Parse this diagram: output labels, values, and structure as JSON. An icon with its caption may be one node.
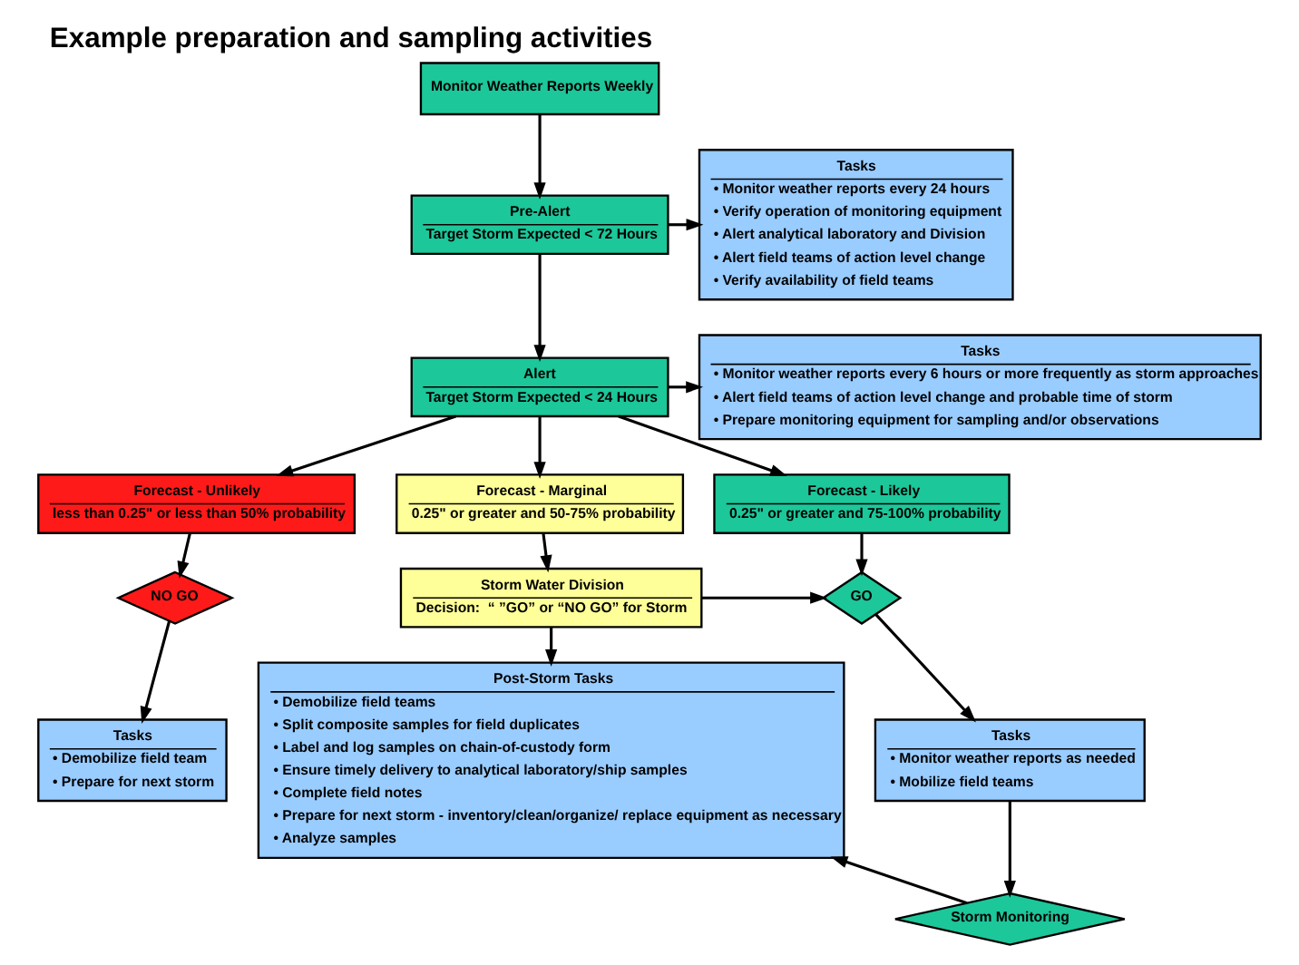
{
  "diagram": {
    "title": "Example preparation and sampling activities",
    "nodes": [
      {
        "text": [
          "Monitor Weather Reports Weekly"
        ]
      },
      {
        "text": [
          "Pre-Alert",
          "Target Storm Expected < 72 Hours"
        ]
      },
      {
        "text": [
          "Tasks",
          "• Monitor weather reports every 24 hours",
          "• Verify operation of monitoring equipment",
          "• Alert analytical laboratory and Division",
          "• Alert field teams of action level change",
          "• Verify availability of field teams"
        ]
      },
      {
        "text": [
          "Alert",
          "Target Storm Expected < 24 Hours"
        ]
      },
      {
        "text": [
          "Tasks",
          "• Monitor weather reports every 6 hours or more frequently as storm approaches",
          "• Alert field teams of action level change and probable time of storm",
          "• Prepare monitoring equipment for sampling and/or observations"
        ]
      },
      {
        "text": [
          "Forecast - Unlikely",
          "less than 0.25\" or less than 50% probability"
        ]
      },
      {
        "text": [
          "Forecast - Marginal",
          "0.25\" or greater and 50-75% probability"
        ]
      },
      {
        "text": [
          "Forecast - Likely",
          "0.25\" or greater and 75-100% probability"
        ]
      },
      {
        "text": [
          "NO GO"
        ]
      },
      {
        "text": [
          "Storm Water Division",
          "Decision:  “ ”GO” or “NO GO” for Storm"
        ]
      },
      {
        "text": [
          "GO"
        ]
      },
      {
        "text": [
          "Tasks",
          "• Demobilize field team",
          "• Prepare for next storm"
        ]
      },
      {
        "text": [
          "Post-Storm Tasks",
          "• Demobilize field teams",
          "• Split composite samples for field duplicates",
          "• Label and log samples on chain-of-custody form",
          "• Ensure timely delivery to analytical laboratory/ship samples",
          "• Complete field notes",
          "• Prepare for next storm - inventory/clean/organize/ replace equipment as necessary",
          "• Analyze samples"
        ]
      },
      {
        "text": [
          "Tasks",
          "• Monitor weather reports as needed",
          "• Mobilize field teams"
        ]
      },
      {
        "text": [
          "Storm Monitoring"
        ]
      }
    ],
    "edges": [
      {
        "from": 0,
        "to": 1,
        "arrow": "to"
      },
      {
        "from": 1,
        "to": 2,
        "arrow": "to"
      },
      {
        "from": 1,
        "to": 3,
        "arrow": "to"
      },
      {
        "from": 3,
        "to": 4,
        "arrow": "to"
      },
      {
        "from": 3,
        "to": 5,
        "arrow": "to"
      },
      {
        "from": 3,
        "to": 6,
        "arrow": "to"
      },
      {
        "from": 3,
        "to": 7,
        "arrow": "to"
      },
      {
        "from": 5,
        "to": 8,
        "arrow": "to"
      },
      {
        "from": 6,
        "to": 9,
        "arrow": "to"
      },
      {
        "from": 7,
        "to": 10,
        "arrow": "to"
      },
      {
        "from": 9,
        "to": 10,
        "arrow": "to"
      },
      {
        "from": 8,
        "to": 11,
        "arrow": "to"
      },
      {
        "from": 9,
        "to": 12,
        "arrow": "to"
      },
      {
        "from": 10,
        "to": 13,
        "arrow": "to"
      },
      {
        "from": 13,
        "to": 14,
        "arrow": "to"
      },
      {
        "from": 14,
        "to": 12,
        "arrow": "to"
      }
    ]
  }
}
